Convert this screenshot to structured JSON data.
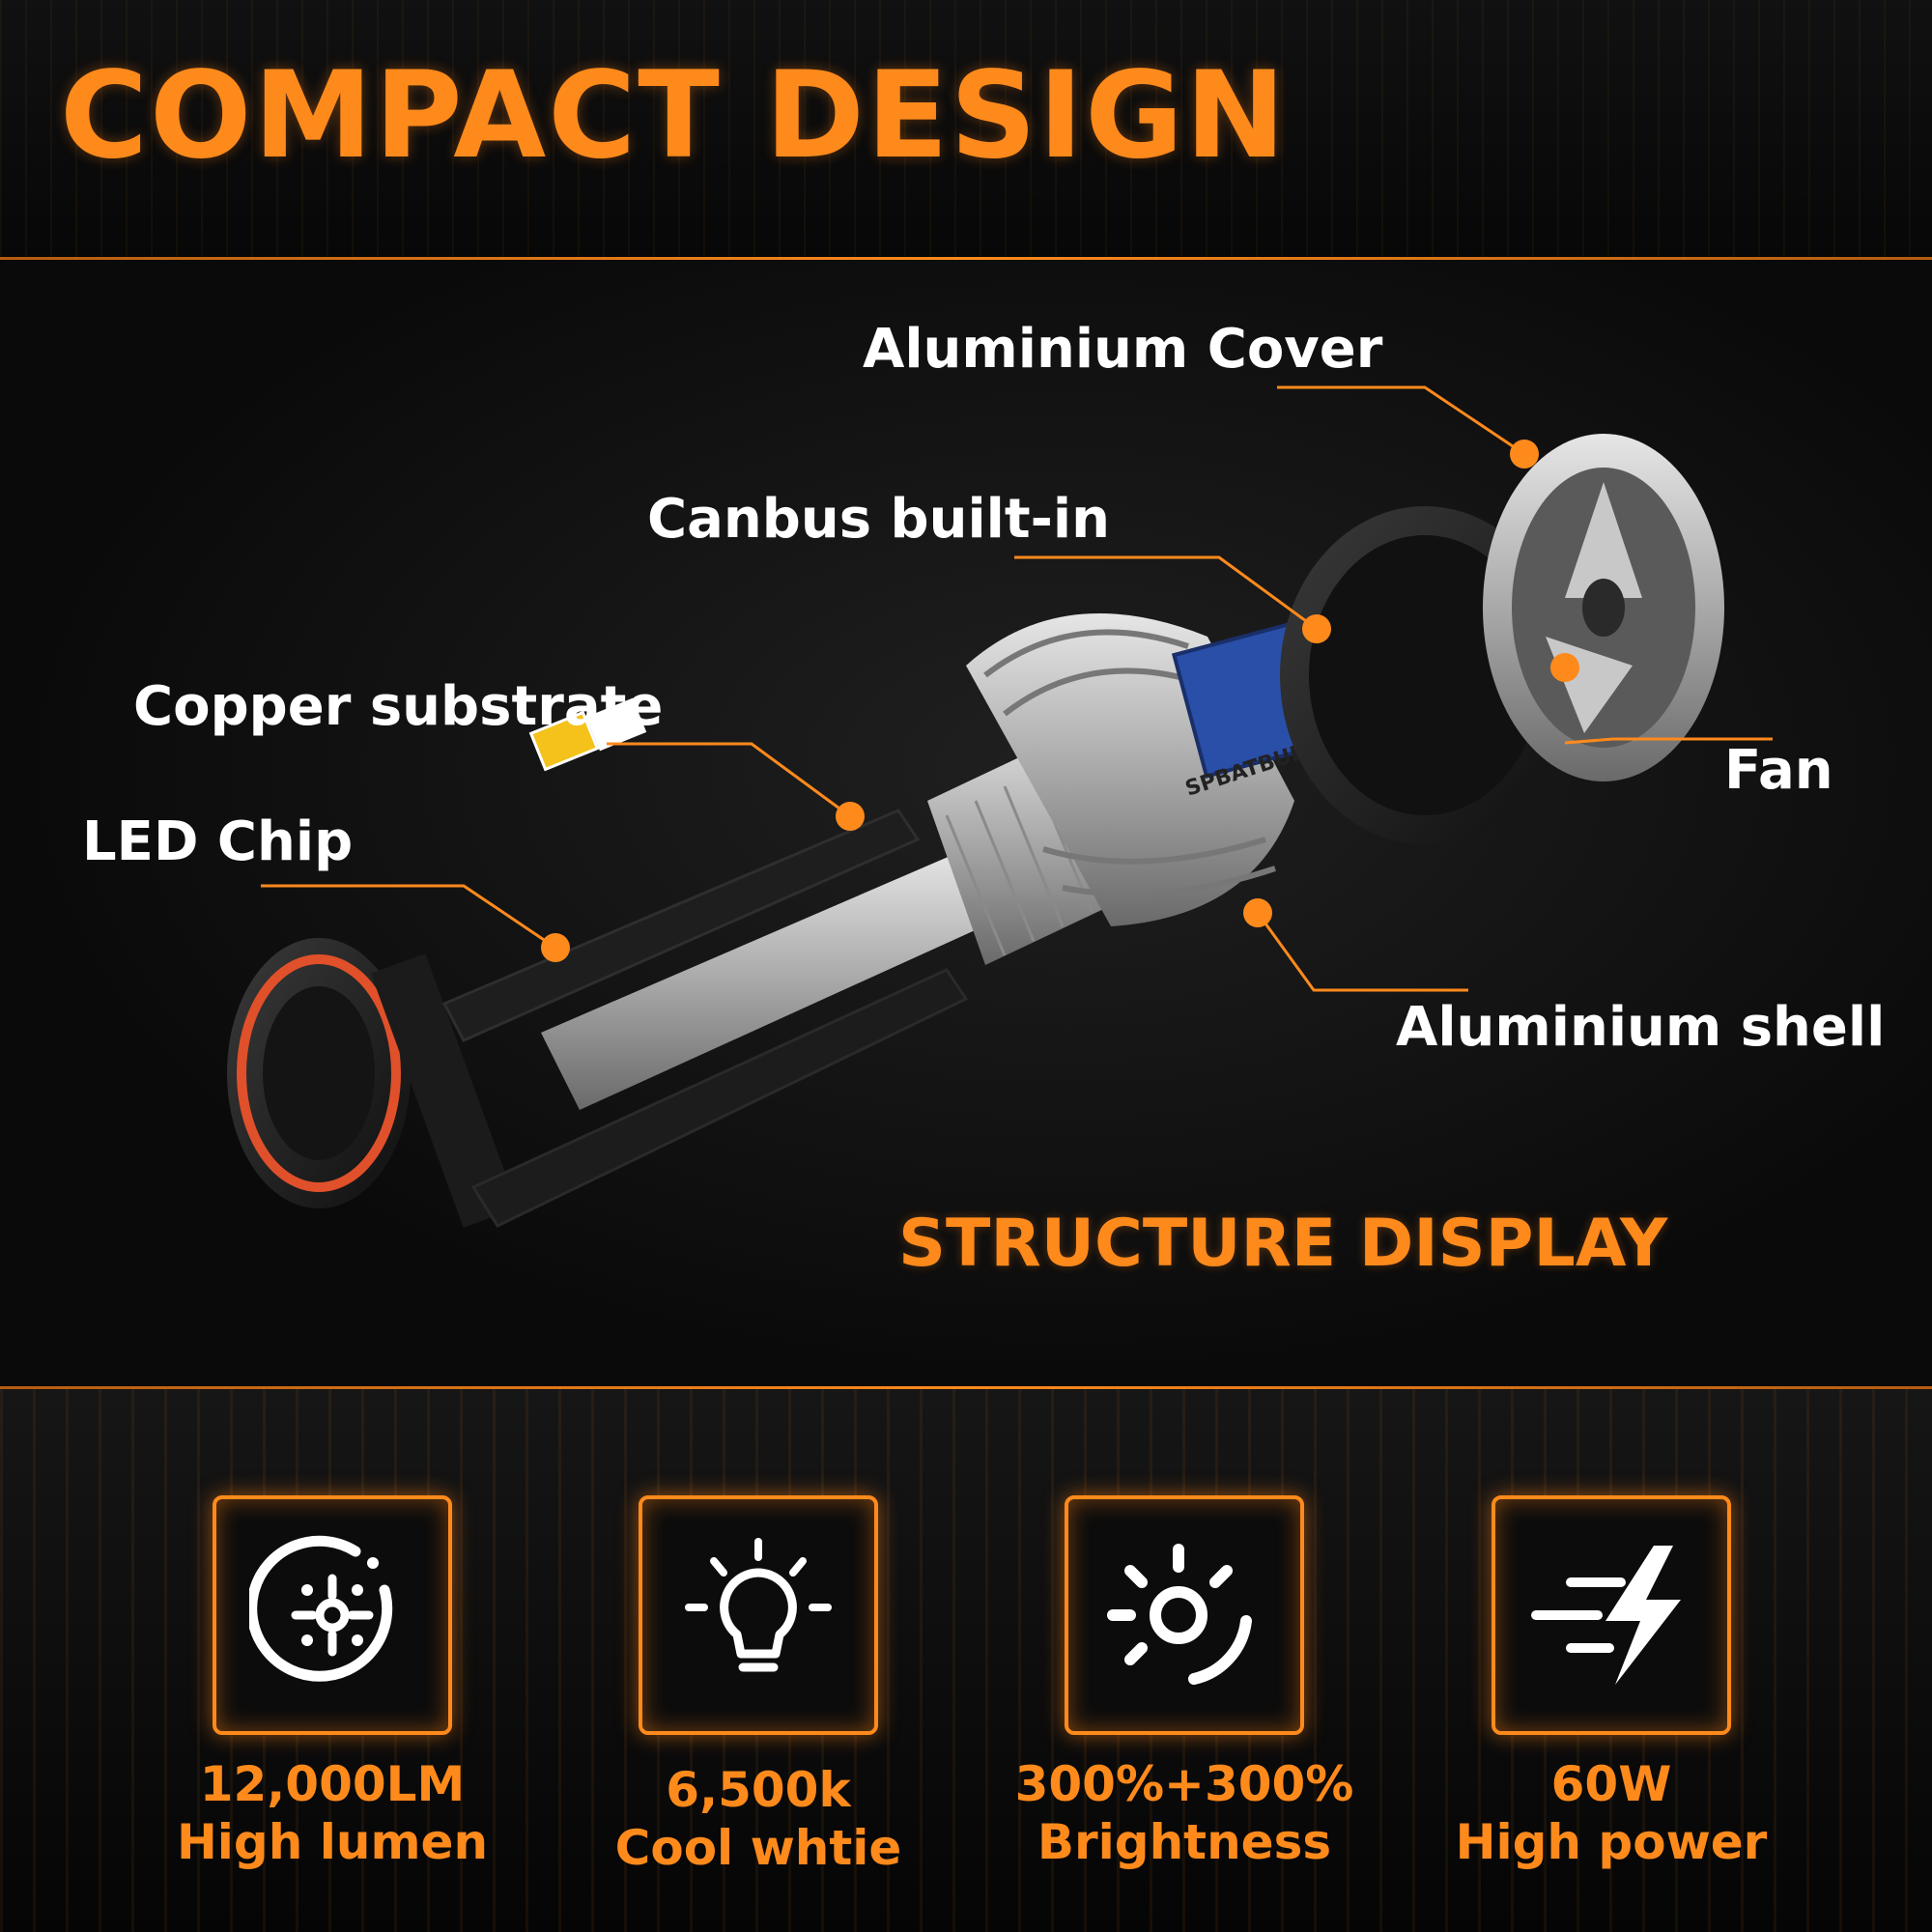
{
  "header": {
    "title": "COMPACT DESIGN"
  },
  "labels": {
    "aluminium_cover": "Aluminium Cover",
    "canbus": "Canbus built-in",
    "copper": "Copper substrate",
    "led_chip": "LED Chip",
    "fan": "Fan",
    "aluminium_shell": "Aluminium shell",
    "brand": "SPBATBUB"
  },
  "structure_title": "STRUCTURE DISPLAY",
  "features": [
    {
      "value": "12,000LM",
      "caption": "High lumen",
      "icon": "lumen-icon"
    },
    {
      "value": "6,500k",
      "caption": "Cool whtie",
      "icon": "bulb-icon"
    },
    {
      "value": "300%+300%",
      "caption": "Brightness",
      "icon": "sun-icon"
    },
    {
      "value": "60W",
      "caption": "High power",
      "icon": "lightning-icon"
    }
  ],
  "colors": {
    "accent": "#ff8a1c",
    "background": "#0b0b0b",
    "text": "#ffffff"
  }
}
